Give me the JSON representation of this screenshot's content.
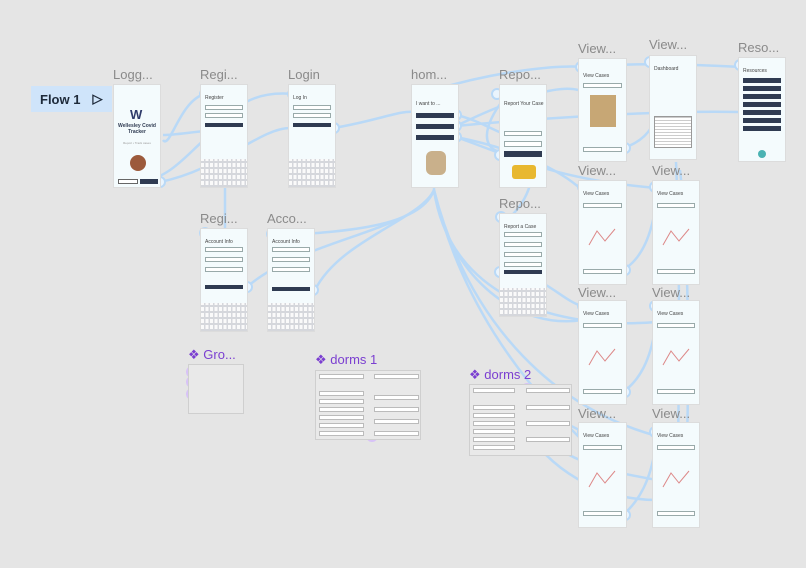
{
  "flow": {
    "label": "Flow 1",
    "play_icon": "play-icon"
  },
  "frames": {
    "logged_out": {
      "name": "Logg...",
      "title": "Wellesley Covid Tracker",
      "subtitle": "Report • Track cases"
    },
    "register": {
      "name": "Regi...",
      "title": "Register"
    },
    "login": {
      "name": "Login",
      "title": "Log In"
    },
    "home": {
      "name": "hom...",
      "title": "I want to ..."
    },
    "report": {
      "name": "Repo...",
      "title": "Report Your Case"
    },
    "view1": {
      "name": "View...",
      "title": "View Cases"
    },
    "dashboard": {
      "name": "View...",
      "title": "Dashboard"
    },
    "resources": {
      "name": "Reso...",
      "title": "Resources"
    },
    "view3": {
      "name": "View...",
      "title": "View Cases"
    },
    "view4": {
      "name": "View...",
      "title": "View Cases"
    },
    "view5": {
      "name": "View...",
      "title": "View Cases"
    },
    "view6": {
      "name": "View...",
      "title": "View Cases"
    },
    "view7": {
      "name": "View...",
      "title": "View Cases"
    },
    "view8": {
      "name": "View...",
      "title": "View Cases"
    },
    "register2": {
      "name": "Regi...",
      "title": "Account Info"
    },
    "account": {
      "name": "Acco...",
      "title": "Account Info"
    },
    "report2": {
      "name": "Repo...",
      "title": "Report a Case"
    }
  },
  "components": {
    "group": "Gro...",
    "dorms1": "dorms 1",
    "dorms2": "dorms 2",
    "icon": "component-icon"
  },
  "colors": {
    "canvas": "#e5e5e5",
    "wire": "#b9d9f7",
    "component": "#7b3fd1",
    "flow_tag": "#cfe4fa",
    "button": "#2f3b52"
  }
}
